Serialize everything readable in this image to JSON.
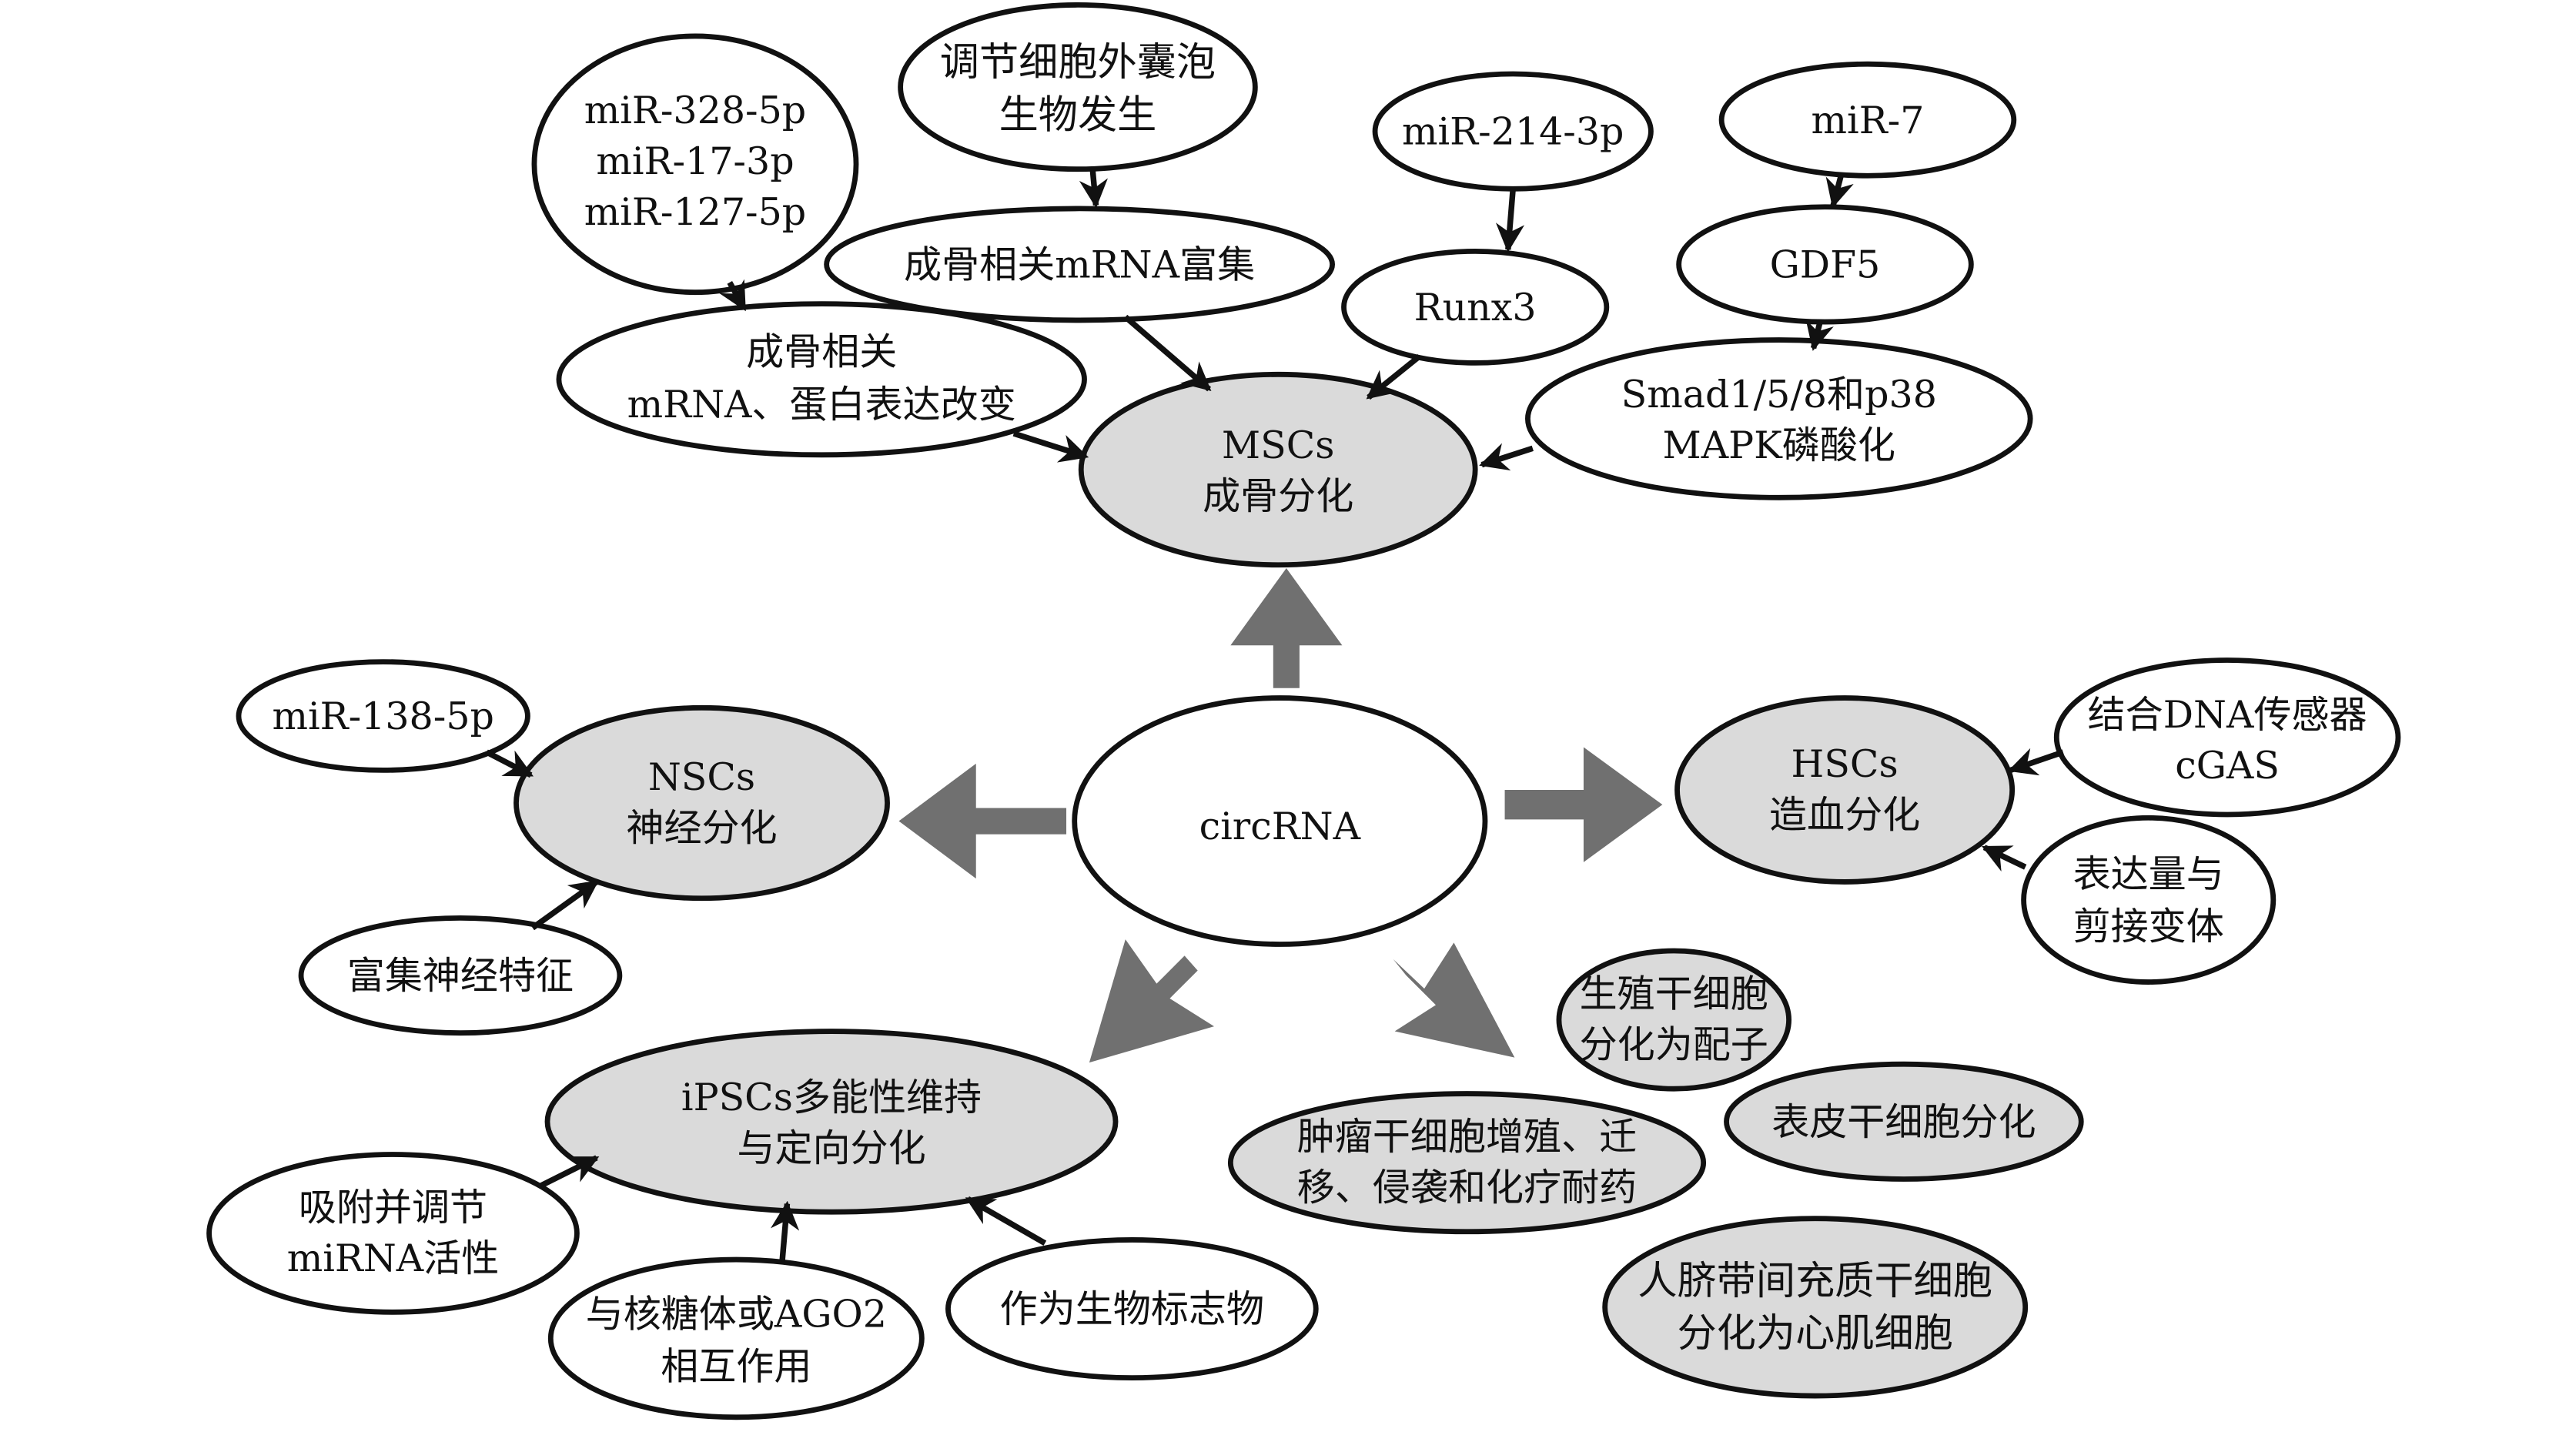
{
  "diagram": {
    "center": {
      "label": "circRNA"
    },
    "msc": {
      "line1": "MSCs",
      "line2": "成骨分化",
      "mir_cluster": [
        "miR-328-5p",
        "miR-17-3p",
        "miR-127-5p"
      ],
      "ev_biogenesis": [
        "调节细胞外囊泡",
        "生物发生"
      ],
      "mrna_enrich": "成骨相关mRNA富集",
      "mrna_change": [
        "成骨相关",
        "mRNA、蛋白表达改变"
      ],
      "mir214": "miR-214-3p",
      "runx3": "Runx3",
      "mir7": "miR-7",
      "gdf5": "GDF5",
      "smad": [
        "Smad1/5/8和p38",
        "MAPK磷酸化"
      ]
    },
    "nsc": {
      "line1": "NSCs",
      "line2": "神经分化",
      "mir138": "miR-138-5p",
      "neural": "富集神经特征"
    },
    "hsc": {
      "line1": "HSCs",
      "line2": "造血分化",
      "cgas": [
        "结合DNA传感器",
        "cGAS"
      ],
      "splice": [
        "表达量与",
        "剪接变体"
      ]
    },
    "ipsc": {
      "line1": "iPSCs多能性维持",
      "line2": "与定向分化",
      "mirna_sponge": [
        "吸附并调节",
        "miRNA活性"
      ],
      "ribosome": [
        "与核糖体或AGO2",
        "相互作用"
      ],
      "biomarker": "作为生物标志物"
    },
    "other": {
      "germ": [
        "生殖干细胞",
        "分化为配子"
      ],
      "tumor": [
        "肿瘤干细胞增殖、迁",
        "移、侵袭和化疗耐药"
      ],
      "epidermal": "表皮干细胞分化",
      "umbilical": [
        "人脐带间充质干细胞",
        "分化为心肌细胞"
      ]
    }
  },
  "colors": {
    "outline": "#111111",
    "shaded_fill": "#dadada",
    "white_fill": "#ffffff",
    "big_arrow": "#707070"
  }
}
